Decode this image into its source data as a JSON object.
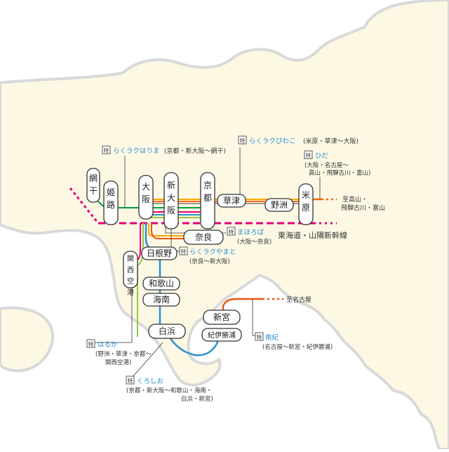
{
  "colors": {
    "land": "#fdf8e4",
    "coast": "#d9d9d9",
    "blue_text": "#2a8fd0",
    "shinkansen": "#e2007a",
    "hida": "#ff6600",
    "lines": [
      "#f2a900",
      "#e6007e",
      "#2a8fd0",
      "#93c83e",
      "#ea5514",
      "#00a040",
      "#999999"
    ]
  },
  "stations": {
    "abo": "網干",
    "himeji": "姫路",
    "osaka": "大阪",
    "shin_osaka": "新大阪",
    "kyoto": "京都",
    "kusatsu": "草津",
    "yasu": "野洲",
    "maibara": "米原",
    "nara": "奈良",
    "hineno": "日根野",
    "kansai_airport": "関西空港",
    "wakayama": "和歌山",
    "kainan": "海南",
    "shirahama": "白浜",
    "shingu": "新宮",
    "kii_katsuura": "紀伊勝浦"
  },
  "lines_legend": {
    "shinkansen": "東海道・山陽新幹線",
    "to_takayama": "至高山・",
    "to_takayama_2": "飛騨古川・富山",
    "to_nagoya": "至名古屋"
  },
  "trains": {
    "toku": "特",
    "harima_name": "らくラクはりま",
    "harima_route": "(京都・新大阪〜網干)",
    "biwako_name": "らくラクびわこ",
    "biwako_route": "(米原・草津〜大阪)",
    "hida_name": "ひだ",
    "hida_route_1": "(大阪・名古屋〜",
    "hida_route_2": "高山・飛騨古川・富山)",
    "mahoroba_name": "まほろば",
    "mahoroba_route": "(大阪〜奈良)",
    "yamato_name": "らくラクやまと",
    "yamato_route": "(奈良〜新大阪)",
    "haruka_name": "はるか",
    "haruka_route_1": "(野洲・草津・京都〜",
    "haruka_route_2": "関西空港)",
    "kuroshio_name": "くろしお",
    "kuroshio_route_1": "(京都・新大阪〜和歌山・海南・",
    "kuroshio_route_2": "白浜・新宮)",
    "nanki_name": "南紀",
    "nanki_route": "(名古屋〜新宮・紀伊勝浦)"
  }
}
